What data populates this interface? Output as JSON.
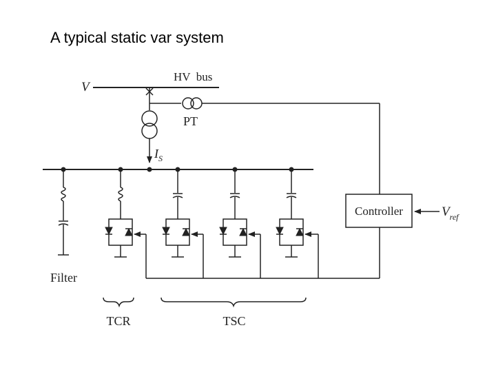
{
  "title": "A typical static var system",
  "diagram": {
    "labels": {
      "voltage": "V",
      "hv_bus": "HV  bus",
      "pt": "PT",
      "current_i": "I",
      "current_sub": "S",
      "controller": "Controller",
      "vref_v": "V",
      "vref_sub": "ref",
      "filter": "Filter",
      "tcr": "TCR",
      "tsc": "TSC"
    }
  }
}
